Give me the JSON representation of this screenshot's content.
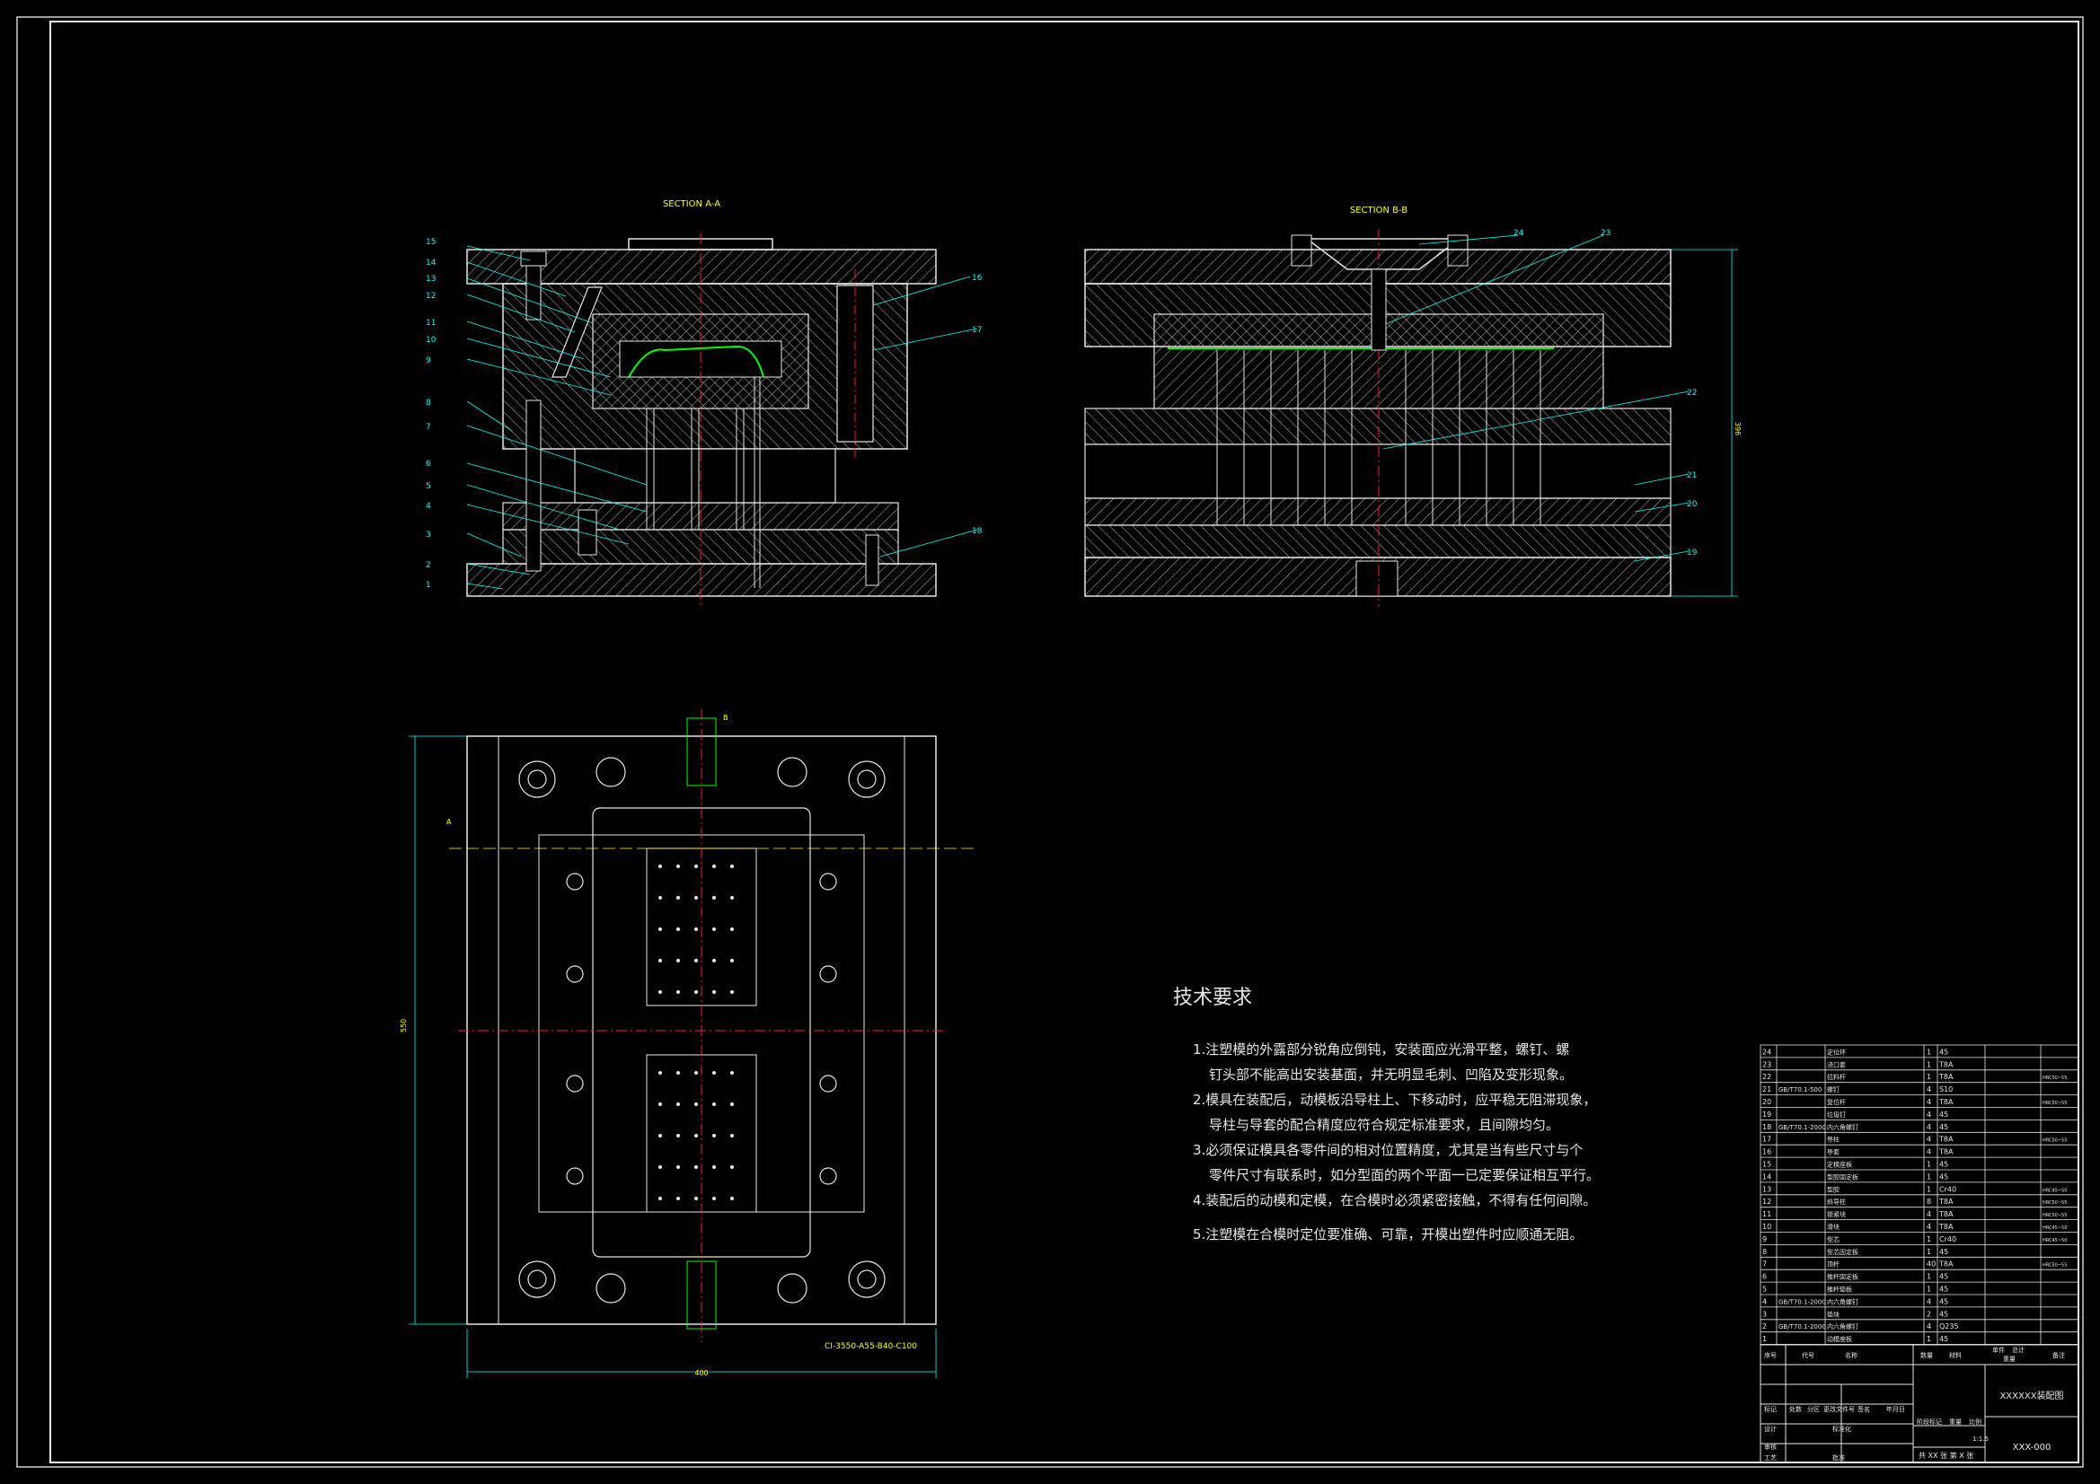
{
  "views": {
    "section_a_title": "SECTION A-A",
    "section_b_title": "SECTION B-B",
    "plan_code": "CI-3550-A55-B40-C100",
    "dim_height_b": "396",
    "dim_plan_height": "550",
    "dim_plan_width": "400",
    "cut_label_a": "A",
    "cut_label_b": "B"
  },
  "balloons_a": [
    "15",
    "14",
    "13",
    "12",
    "11",
    "10",
    "9",
    "8",
    "7",
    "6",
    "5",
    "4",
    "3",
    "2",
    "1",
    "16",
    "17",
    "18"
  ],
  "balloons_b": [
    "24",
    "23",
    "22",
    "21",
    "20",
    "19"
  ],
  "tech": {
    "heading": "技术要求",
    "lines": [
      "1.注塑模的外露部分锐角应倒钝，安装面应光滑平整，螺钉、螺",
      "钉头部不能高出安装基面，并无明显毛刺、凹陷及变形现象。",
      "2.模具在装配后，动模板沿导柱上、下移动时，应平稳无阻滞现象，",
      "导柱与导套的配合精度应符合规定标准要求，且间隙均匀。",
      "3.必须保证模具各零件间的相对位置精度，尤其是当有些尺寸与个",
      "零件尺寸有联系时，如分型面的两个平面一已定要保证相互平行。",
      "4.装配后的动模和定模，在合模时必须紧密接触，不得有任何间隙。",
      "5.注塑模在合模时定位要准确、可靠，开模出塑件时应顺通无阻。"
    ]
  },
  "bom": [
    {
      "no": "24",
      "std": "",
      "name": "定位环",
      "qty": "1",
      "mat": "45",
      "note": ""
    },
    {
      "no": "23",
      "std": "",
      "name": "浇口套",
      "qty": "1",
      "mat": "T8A",
      "note": ""
    },
    {
      "no": "22",
      "std": "",
      "name": "拉料杆",
      "qty": "1",
      "mat": "T8A",
      "note": "HRC50~55"
    },
    {
      "no": "21",
      "std": "GB/T70.1-500",
      "name": "螺钉",
      "qty": "4",
      "mat": "S10",
      "note": ""
    },
    {
      "no": "20",
      "std": "",
      "name": "复位杆",
      "qty": "4",
      "mat": "T8A",
      "note": "HRC50~55"
    },
    {
      "no": "19",
      "std": "",
      "name": "垃圾钉",
      "qty": "4",
      "mat": "45",
      "note": ""
    },
    {
      "no": "18",
      "std": "GB/T70.1-2000",
      "name": "内六角螺钉",
      "qty": "4",
      "mat": "45",
      "note": ""
    },
    {
      "no": "17",
      "std": "",
      "name": "导柱",
      "qty": "4",
      "mat": "T8A",
      "note": "HRC50~55"
    },
    {
      "no": "16",
      "std": "",
      "name": "导套",
      "qty": "4",
      "mat": "T8A",
      "note": ""
    },
    {
      "no": "15",
      "std": "",
      "name": "定模座板",
      "qty": "1",
      "mat": "45",
      "note": ""
    },
    {
      "no": "14",
      "std": "",
      "name": "型腔固定板",
      "qty": "1",
      "mat": "45",
      "note": ""
    },
    {
      "no": "13",
      "std": "",
      "name": "型腔",
      "qty": "1",
      "mat": "Cr40",
      "note": "HRC45~50"
    },
    {
      "no": "12",
      "std": "",
      "name": "斜导柱",
      "qty": "8",
      "mat": "T8A",
      "note": "HRC50~55"
    },
    {
      "no": "11",
      "std": "",
      "name": "锁紧块",
      "qty": "4",
      "mat": "T8A",
      "note": "HRC50~55"
    },
    {
      "no": "10",
      "std": "",
      "name": "滑块",
      "qty": "4",
      "mat": "T8A",
      "note": "HRC45~50"
    },
    {
      "no": "9",
      "std": "",
      "name": "型芯",
      "qty": "1",
      "mat": "Cr40",
      "note": "HRC45~50"
    },
    {
      "no": "8",
      "std": "",
      "name": "型芯固定板",
      "qty": "1",
      "mat": "45",
      "note": ""
    },
    {
      "no": "7",
      "std": "",
      "name": "顶杆",
      "qty": "40",
      "mat": "T8A",
      "note": "HRC50~55"
    },
    {
      "no": "6",
      "std": "",
      "name": "推杆固定板",
      "qty": "1",
      "mat": "45",
      "note": ""
    },
    {
      "no": "5",
      "std": "",
      "name": "推杆垫板",
      "qty": "1",
      "mat": "45",
      "note": ""
    },
    {
      "no": "4",
      "std": "GB/T70.1-2000",
      "name": "内六角螺钉",
      "qty": "4",
      "mat": "45",
      "note": ""
    },
    {
      "no": "3",
      "std": "",
      "name": "垫块",
      "qty": "2",
      "mat": "45",
      "note": ""
    },
    {
      "no": "2",
      "std": "GB/T70.1-2000",
      "name": "内六角螺钉",
      "qty": "4",
      "mat": "Q235",
      "note": ""
    },
    {
      "no": "1",
      "std": "",
      "name": "动模座板",
      "qty": "1",
      "mat": "45",
      "note": ""
    }
  ],
  "title_block": {
    "h_no": "序号",
    "h_code": "代号",
    "h_name": "名称",
    "h_qty": "数量",
    "h_mat": "材料",
    "h_unit_wt": "单件",
    "h_total_wt": "总计",
    "h_weight": "重量",
    "h_note": "备注",
    "r_mark": "标记",
    "r_count": "处数",
    "r_zone": "分区",
    "r_docno": "更改文件号",
    "r_sign": "签名",
    "r_date": "年月日",
    "r_design": "设计",
    "r_standard": "标准化",
    "r_stage": "阶段标记",
    "r_weight": "重量",
    "r_scale": "比例",
    "scale_val": "1:1.5",
    "r_review": "审核",
    "r_craft": "工艺",
    "r_approve": "批准",
    "drawing_name": "XXXXXX装配图",
    "drawing_no": "XXX-000",
    "sheets": "共 XX 张  第 X 张"
  }
}
